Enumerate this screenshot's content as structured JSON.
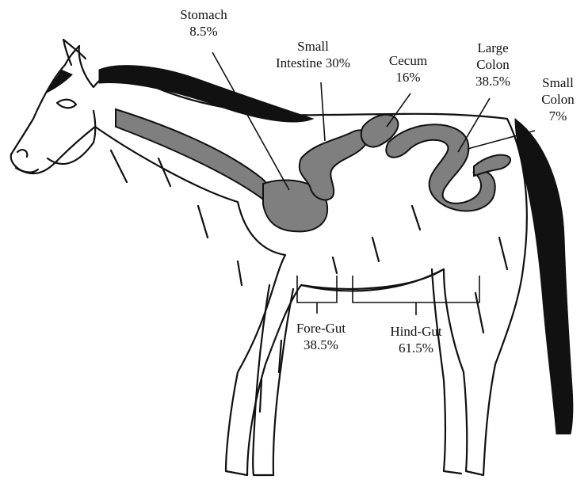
{
  "labels": {
    "stomach": {
      "name": "Stomach",
      "pct": "8.5%"
    },
    "small_intestine": {
      "line1": "Small",
      "line2": "Intestine 30%"
    },
    "cecum": {
      "name": "Cecum",
      "pct": "16%"
    },
    "large_colon": {
      "line1": "Large",
      "line2": "Colon",
      "pct": "38.5%"
    },
    "small_colon": {
      "line1": "Small",
      "line2": "Colon",
      "pct": "7%"
    },
    "fore_gut": {
      "name": "Fore-Gut",
      "pct": "38.5%"
    },
    "hind_gut": {
      "name": "Hind-Gut",
      "pct": "61.5%"
    }
  },
  "colors": {
    "organ_fill": "#7f7f7f",
    "mane_tail": "#111111",
    "outline": "#111111"
  }
}
